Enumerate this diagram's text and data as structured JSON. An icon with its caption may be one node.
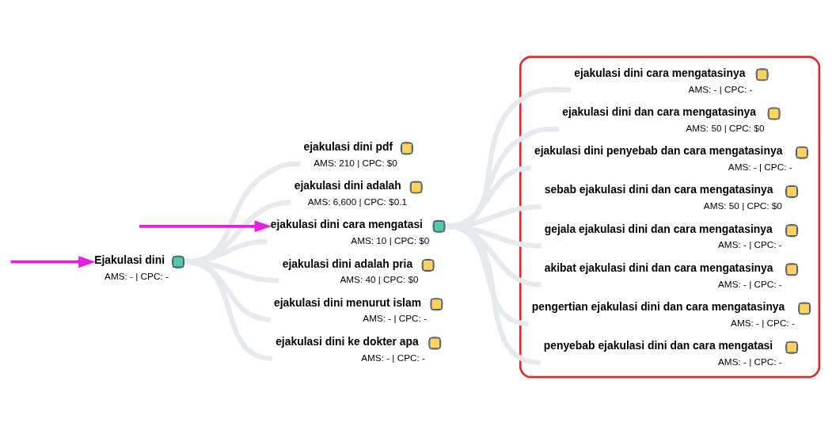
{
  "diagram": {
    "nodes": [
      {
        "text": [
          "Ejakulasi dini",
          "AMS: - | CPC: -"
        ]
      },
      {
        "text": [
          "ejakulasi dini pdf",
          "AMS: 210 | CPC: $0"
        ]
      },
      {
        "text": [
          "ejakulasi dini adalah",
          "AMS: 6,600 | CPC: $0.1"
        ]
      },
      {
        "text": [
          "ejakulasi dini cara mengatasi",
          "AMS: 10 | CPC: $0"
        ]
      },
      {
        "text": [
          "ejakulasi dini adalah pria",
          "AMS: 40 | CPC: $0"
        ]
      },
      {
        "text": [
          "ejakulasi dini menurut islam",
          "AMS: - | CPC: -"
        ]
      },
      {
        "text": [
          "ejakulasi dini ke dokter apa",
          "AMS: - | CPC: -"
        ]
      },
      {
        "text": [],
        "shape": "ellipse"
      },
      {
        "text": [
          "ejakulasi dini cara mengatasinya",
          "AMS: - | CPC: -"
        ],
        "in": 7
      },
      {
        "text": [
          "ejakulasi dini dan cara mengatasinya",
          "AMS: 50 | CPC: $0"
        ],
        "in": 7
      },
      {
        "text": [
          "ejakulasi dini penyebab dan cara mengatasinya",
          "AMS: - | CPC: -"
        ],
        "in": 7
      },
      {
        "text": [
          "sebab ejakulasi dini dan cara mengatasinya",
          "AMS: 50 | CPC: $0"
        ],
        "in": 7
      },
      {
        "text": [
          "gejala ejakulasi dini dan cara mengatasinya",
          "AMS: - | CPC: -"
        ],
        "in": 7
      },
      {
        "text": [
          "akibat ejakulasi dini dan cara mengatasinya",
          "AMS: - | CPC: -"
        ],
        "in": 7
      },
      {
        "text": [
          "pengertian ejakulasi dini dan cara mengatasinya",
          "AMS: - | CPC: -"
        ],
        "in": 7
      },
      {
        "text": [
          "penyebab ejakulasi dini dan cara mengatasi",
          "AMS: - | CPC: -"
        ],
        "in": 7
      }
    ],
    "edges": [
      {
        "from": 0,
        "to": 1,
        "arrow": "none"
      },
      {
        "from": 0,
        "to": 2,
        "arrow": "none"
      },
      {
        "from": 0,
        "to": 3,
        "arrow": "none"
      },
      {
        "from": 0,
        "to": 4,
        "arrow": "none"
      },
      {
        "from": 0,
        "to": 5,
        "arrow": "none"
      },
      {
        "from": 0,
        "to": 6,
        "arrow": "none"
      },
      {
        "from": 3,
        "to": 8,
        "arrow": "none"
      },
      {
        "from": 3,
        "to": 9,
        "arrow": "none"
      },
      {
        "from": 3,
        "to": 10,
        "arrow": "none"
      },
      {
        "from": 3,
        "to": 11,
        "arrow": "none"
      },
      {
        "from": 3,
        "to": 12,
        "arrow": "none"
      },
      {
        "from": 3,
        "to": 13,
        "arrow": "none"
      },
      {
        "from": 3,
        "to": 14,
        "arrow": "none"
      },
      {
        "from": 3,
        "to": 15,
        "arrow": "none"
      },
      {
        "from": null,
        "to": 0,
        "arrow": "to",
        "color": "#e91ee6"
      },
      {
        "from": null,
        "to": 3,
        "arrow": "to",
        "color": "#e91ee6"
      }
    ]
  }
}
